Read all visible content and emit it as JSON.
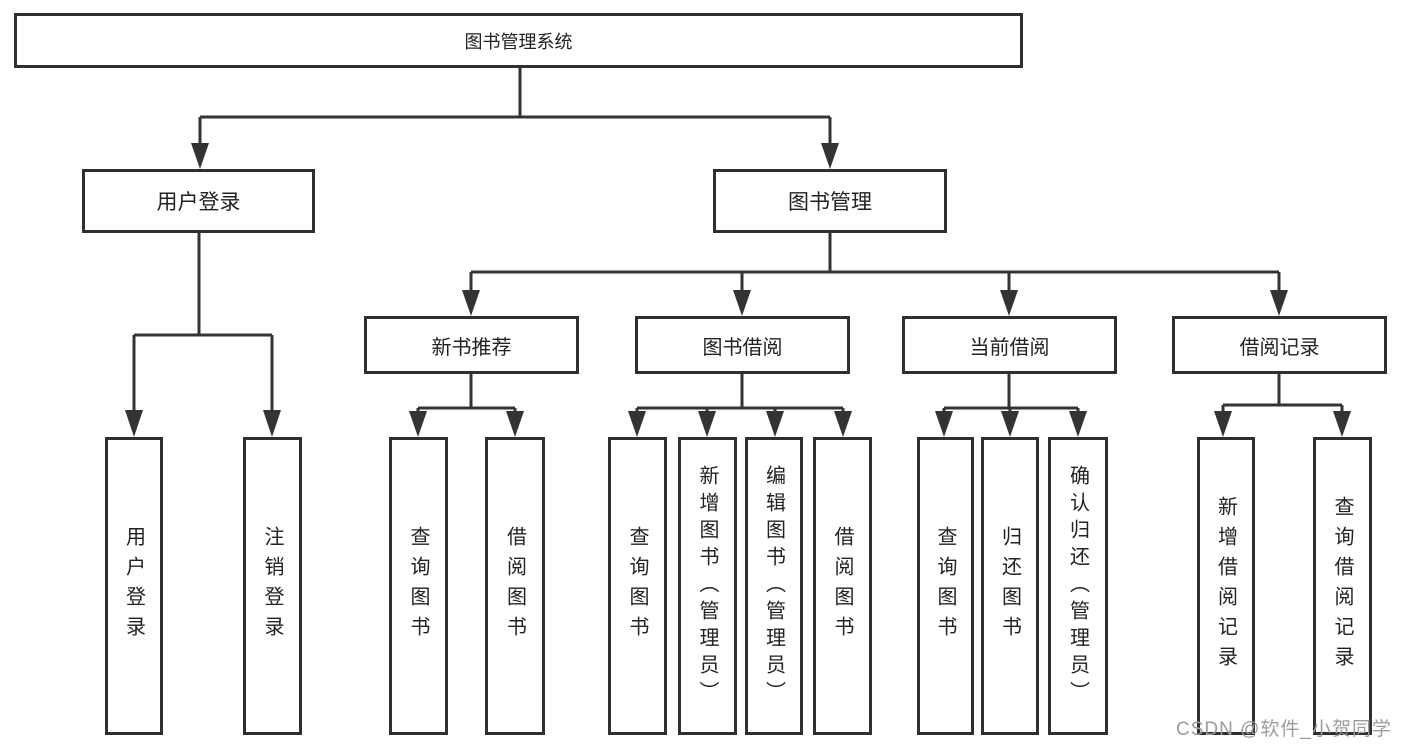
{
  "diagram": {
    "root": {
      "label": "图书管理系统"
    },
    "branches": [
      {
        "label": "用户登录",
        "children": [
          "用户登录",
          "注销登录"
        ]
      },
      {
        "label": "图书管理",
        "children": [
          {
            "label": "新书推荐",
            "children": [
              "查询图书",
              "借阅图书"
            ]
          },
          {
            "label": "图书借阅",
            "children": [
              "查询图书",
              "新增图书（管理员）",
              "编辑图书（管理员）",
              "借阅图书"
            ]
          },
          {
            "label": "当前借阅",
            "children": [
              "查询图书",
              "归还图书",
              "确认归还（管理员）"
            ]
          },
          {
            "label": "借阅记录",
            "children": [
              "新增借阅记录",
              "查询借阅记录"
            ]
          }
        ]
      }
    ]
  },
  "watermark": {
    "text": "CSDN @软件_小贺同学"
  },
  "colors": {
    "line": "#333333",
    "border": "#2f2f2f",
    "text": "#222222",
    "watermark": "#9c9c9c",
    "background": "#ffffff"
  }
}
